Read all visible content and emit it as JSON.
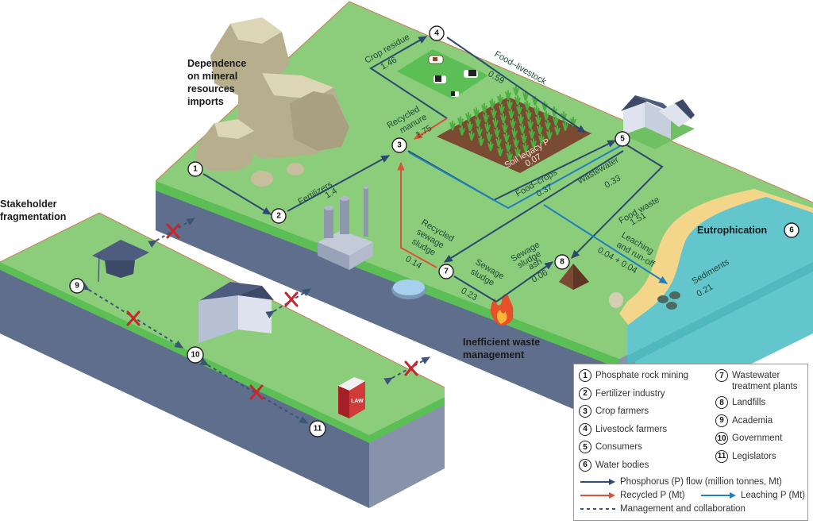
{
  "annotations": {
    "dependence": [
      "Dependence",
      "on mineral",
      "resources",
      "imports"
    ],
    "fragmentation": [
      "Stakeholder",
      "fragmentation"
    ],
    "waste": [
      "Inefficient waste",
      "management"
    ],
    "eutrophication": "Eutrophication"
  },
  "nodes": [
    {
      "id": "1",
      "name": "Phosphate rock mining"
    },
    {
      "id": "2",
      "name": "Fertilizer industry"
    },
    {
      "id": "3",
      "name": "Crop farmers"
    },
    {
      "id": "4",
      "name": "Livestock farmers"
    },
    {
      "id": "5",
      "name": "Consumers"
    },
    {
      "id": "6",
      "name": "Water bodies"
    },
    {
      "id": "7",
      "name": "Wastewater treatment plants"
    },
    {
      "id": "8",
      "name": "Landfills"
    },
    {
      "id": "9",
      "name": "Academia"
    },
    {
      "id": "10",
      "name": "Government"
    },
    {
      "id": "11",
      "name": "Legislators"
    }
  ],
  "flows": {
    "fertilizers": {
      "label": "Fertilizers",
      "value": "1.4",
      "type": "phosphorus"
    },
    "crop_residue": {
      "label": "Crop residue",
      "value": "1.46",
      "type": "phosphorus"
    },
    "recycled_manure": {
      "label": [
        "Recycled",
        "manure"
      ],
      "value": "1.75",
      "type": "recycled"
    },
    "food_livestock": {
      "label": "Food–livestock",
      "value": "0.59",
      "type": "phosphorus"
    },
    "soil_legacy": {
      "label": "Soil legacy P",
      "value": "0.07"
    },
    "food_crops": {
      "label": "Food–crops",
      "value": "0.37",
      "type": "phosphorus"
    },
    "wastewater": {
      "label": "Wastewater",
      "value": "0.33",
      "type": "phosphorus"
    },
    "food_waste": {
      "label": "Food waste",
      "value": "1.51",
      "type": "phosphorus"
    },
    "leaching": {
      "label": [
        "Leaching",
        "and run-off"
      ],
      "value": "0.04 + 0.04",
      "type": "leaching"
    },
    "recycled_sewage_sludge": {
      "label": [
        "Recycled",
        "sewage",
        "sludge"
      ],
      "value": "0.14",
      "type": "recycled"
    },
    "sewage_sludge": {
      "label": [
        "Sewage",
        "sludge"
      ],
      "value": "0.23",
      "type": "phosphorus"
    },
    "sewage_sludge_ash": {
      "label": [
        "Sewage",
        "sludge",
        "ash"
      ],
      "value": "0.06",
      "type": "phosphorus"
    },
    "sediments": {
      "label": "Sediments",
      "value": "0.21"
    }
  },
  "colors": {
    "phosphorus_flow": "#2c4a6e",
    "recycled": "#d9533a",
    "leaching": "#1f7fc0",
    "grass": "#8ccd7b",
    "grass_edge": "#5cbf55",
    "soil_side": "#5e6e8c",
    "water": "#62c6cc",
    "sand": "#f3d68a",
    "cross": "#c8262e"
  },
  "legend": {
    "left": [
      {
        "num": "1",
        "text": "Phosphate rock mining"
      },
      {
        "num": "2",
        "text": "Fertilizer industry"
      },
      {
        "num": "3",
        "text": "Crop farmers"
      },
      {
        "num": "4",
        "text": "Livestock farmers"
      },
      {
        "num": "5",
        "text": "Consumers"
      },
      {
        "num": "6",
        "text": "Water bodies"
      }
    ],
    "right": [
      {
        "num": "7",
        "text": "Wastewater treatment plants"
      },
      {
        "num": "8",
        "text": "Landfills"
      },
      {
        "num": "9",
        "text": "Academia"
      },
      {
        "num": "10",
        "text": "Government"
      },
      {
        "num": "11",
        "text": "Legislators"
      }
    ],
    "flow_phosphorus": "Phosphorus (P) flow (million tonnes, Mt)",
    "flow_recycled": "Recycled P (Mt)",
    "flow_leaching": "Leaching P (Mt)",
    "flow_management": "Management and collaboration"
  },
  "book_label": "LAW"
}
